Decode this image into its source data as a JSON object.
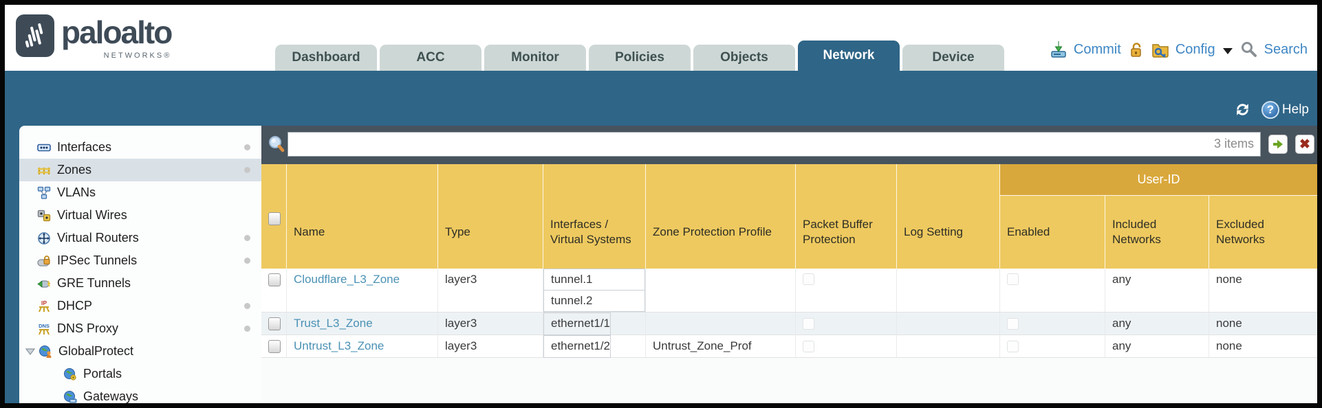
{
  "brand": {
    "name": "paloalto",
    "networks": "NETWORKS®"
  },
  "nav": {
    "tabs": [
      {
        "label": "Dashboard",
        "active": false
      },
      {
        "label": "ACC",
        "active": false
      },
      {
        "label": "Monitor",
        "active": false
      },
      {
        "label": "Policies",
        "active": false
      },
      {
        "label": "Objects",
        "active": false
      },
      {
        "label": "Network",
        "active": true
      },
      {
        "label": "Device",
        "active": false
      }
    ]
  },
  "top_actions": {
    "commit": "Commit",
    "config": "Config",
    "search": "Search"
  },
  "teal_band": {
    "help": "Help"
  },
  "toolbar": {
    "search_value": "",
    "items_count": "3 items"
  },
  "sidebar": {
    "items": [
      {
        "label": "Interfaces",
        "dot": true,
        "selected": false
      },
      {
        "label": "Zones",
        "dot": true,
        "selected": true
      },
      {
        "label": "VLANs",
        "dot": false,
        "selected": false
      },
      {
        "label": "Virtual Wires",
        "dot": false,
        "selected": false
      },
      {
        "label": "Virtual Routers",
        "dot": true,
        "selected": false
      },
      {
        "label": "IPSec Tunnels",
        "dot": true,
        "selected": false
      },
      {
        "label": "GRE Tunnels",
        "dot": false,
        "selected": false
      },
      {
        "label": "DHCP",
        "dot": true,
        "selected": false,
        "icon_text": "IP"
      },
      {
        "label": "DNS Proxy",
        "dot": true,
        "selected": false,
        "icon_text": "DNS"
      },
      {
        "label": "GlobalProtect",
        "dot": false,
        "selected": false,
        "expanded": true
      },
      {
        "label": "Portals",
        "dot": false,
        "selected": false,
        "child": true
      },
      {
        "label": "Gateways",
        "dot": false,
        "selected": false,
        "child": true
      }
    ]
  },
  "table": {
    "group_header": "User-ID",
    "columns": {
      "name": "Name",
      "type": "Type",
      "interfaces": "Interfaces / Virtual Systems",
      "zone_protection_profile": "Zone Protection Profile",
      "packet_buffer_protection": "Packet Buffer Protection",
      "log_setting": "Log Setting",
      "enabled": "Enabled",
      "included_networks": "Included Networks",
      "excluded_networks": "Excluded Networks"
    },
    "rows": [
      {
        "name": "Cloudflare_L3_Zone",
        "type": "layer3",
        "interfaces": [
          "tunnel.1",
          "tunnel.2"
        ],
        "zone_protection_profile": "",
        "log_setting": "",
        "included_networks": "any",
        "excluded_networks": "none"
      },
      {
        "name": "Trust_L3_Zone",
        "type": "layer3",
        "interfaces": [
          "ethernet1/1"
        ],
        "zone_protection_profile": "",
        "log_setting": "",
        "included_networks": "any",
        "excluded_networks": "none"
      },
      {
        "name": "Untrust_L3_Zone",
        "type": "layer3",
        "interfaces": [
          "ethernet1/2"
        ],
        "zone_protection_profile": "Untrust_Zone_Prof",
        "log_setting": "",
        "included_networks": "any",
        "excluded_networks": "none"
      }
    ]
  },
  "icons": {
    "help_glyph": "?",
    "clear_glyph": "✖"
  },
  "colors": {
    "teal": "#2f6587",
    "slate": "#47535d",
    "header_gold": "#eec95f",
    "user_id_gold": "#d9a83c",
    "link_blue": "#4a91b4",
    "action_blue": "#3d86c4",
    "tab_inactive": "#cdd7d6",
    "selected_sidebar": "#d9e1e7",
    "alt_row": "#edf2f5"
  }
}
